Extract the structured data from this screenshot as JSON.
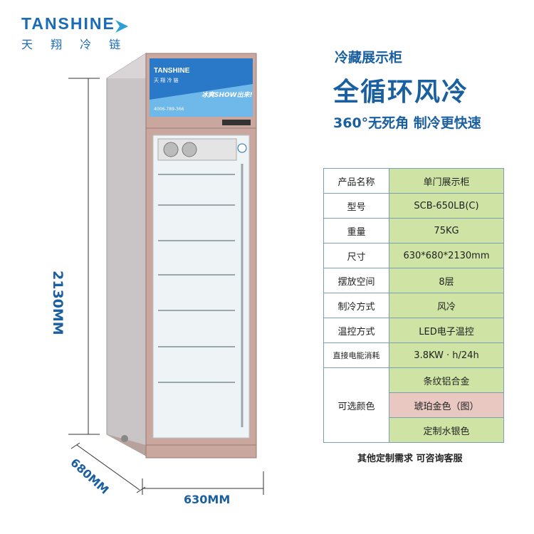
{
  "brand": {
    "name": "TANSHINE",
    "tagline": "天 翔 冷 链",
    "accent": "#1a6bb8"
  },
  "header": {
    "subtitle": "冷藏展示柜",
    "title": "全循环风冷",
    "slogan": "360°无死角  制冷更快速"
  },
  "sign": {
    "brand": "TANSHINE",
    "tagline": "天 翔 冷 链",
    "promo": "冰爽SHOW出来!",
    "phone": "4006-789-366"
  },
  "dimensions": {
    "height": "2130MM",
    "depth": "680MM",
    "width": "630MM"
  },
  "specs": [
    {
      "key": "产品名称",
      "value": "单门展示柜"
    },
    {
      "key": "型号",
      "value": "SCB-650LB(C)"
    },
    {
      "key": "重量",
      "value": "75KG"
    },
    {
      "key": "尺寸",
      "value": "630*680*2130mm"
    },
    {
      "key": "摆放空间",
      "value": "8层"
    },
    {
      "key": "制冷方式",
      "value": "风冷"
    },
    {
      "key": "温控方式",
      "value": "LED电子温控"
    },
    {
      "key": "直接电能消耗",
      "value": "3.8KW · h/24h"
    }
  ],
  "colors_label": "可选颜色",
  "color_options": [
    "条纹铝合金",
    "琥珀金色（图）",
    "定制水银色"
  ],
  "footer": "其他定制需求 可咨询客服"
}
